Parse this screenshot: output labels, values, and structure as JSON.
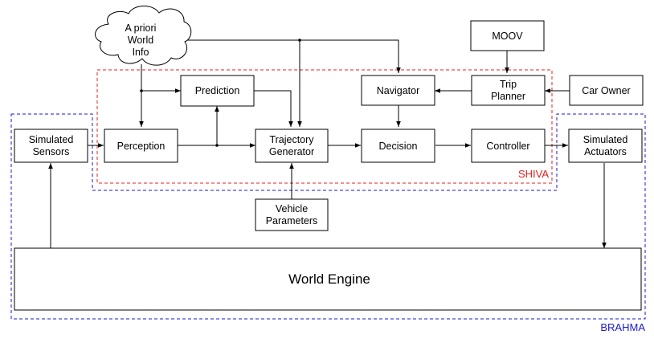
{
  "regions": {
    "shiva": {
      "label": "SHIVA",
      "color": "#e02020"
    },
    "brahma": {
      "label": "BRAHMA",
      "color": "#1a1ad0"
    }
  },
  "nodes": {
    "a_priori": [
      "A priori",
      "World",
      "Info"
    ],
    "moov": [
      "MOOV"
    ],
    "prediction": [
      "Prediction"
    ],
    "navigator": [
      "Navigator"
    ],
    "trip_planner": [
      "Trip",
      "Planner"
    ],
    "car_owner": [
      "Car Owner"
    ],
    "simulated_sensors": [
      "Simulated",
      "Sensors"
    ],
    "perception": [
      "Perception"
    ],
    "trajectory_generator": [
      "Trajectory",
      "Generator"
    ],
    "decision": [
      "Decision"
    ],
    "controller": [
      "Controller"
    ],
    "simulated_actuators": [
      "Simulated",
      "Actuators"
    ],
    "vehicle_parameters": [
      "Vehicle",
      "Parameters"
    ],
    "world_engine": [
      "World Engine"
    ]
  },
  "edges": [
    [
      "a_priori",
      "perception"
    ],
    [
      "a_priori",
      "prediction"
    ],
    [
      "a_priori",
      "navigator"
    ],
    [
      "a_priori",
      "trajectory_generator"
    ],
    [
      "moov",
      "trip_planner"
    ],
    [
      "car_owner",
      "trip_planner"
    ],
    [
      "trip_planner",
      "navigator"
    ],
    [
      "navigator",
      "decision"
    ],
    [
      "prediction",
      "trajectory_generator"
    ],
    [
      "simulated_sensors",
      "perception"
    ],
    [
      "perception",
      "prediction"
    ],
    [
      "perception",
      "trajectory_generator"
    ],
    [
      "trajectory_generator",
      "decision"
    ],
    [
      "decision",
      "controller"
    ],
    [
      "controller",
      "simulated_actuators"
    ],
    [
      "vehicle_parameters",
      "trajectory_generator"
    ],
    [
      "simulated_actuators",
      "world_engine"
    ],
    [
      "world_engine",
      "simulated_sensors"
    ]
  ]
}
